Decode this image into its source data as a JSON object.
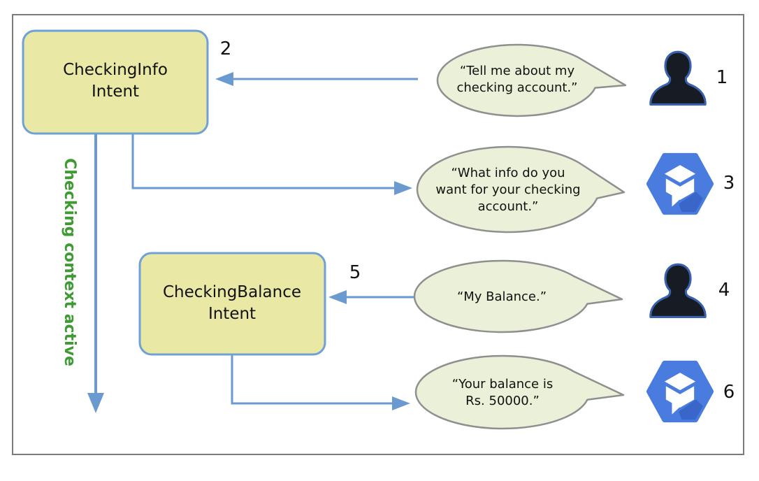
{
  "diagram": {
    "context_label": "Checking context active",
    "intents": [
      {
        "label": "CheckingInfo\nIntent"
      },
      {
        "label": "CheckingBalance\nIntent"
      }
    ],
    "bubbles": [
      {
        "speaker": "user",
        "text": "“Tell me about my\nchecking account.”"
      },
      {
        "speaker": "bot",
        "text": "“What info do you\nwant for your checking\naccount.”"
      },
      {
        "speaker": "user",
        "text": "“My Balance.”"
      },
      {
        "speaker": "bot",
        "text": "“Your balance is\nRs. 50000.”"
      }
    ],
    "step_numbers": [
      "1",
      "2",
      "3",
      "4",
      "5",
      "6"
    ],
    "icons": [
      {
        "name": "user-icon"
      },
      {
        "name": "bot-icon"
      }
    ],
    "colors": {
      "intent_fill": "#e9e9a5",
      "intent_border": "#6fa0d8",
      "bubble_fill": "#eaf1d8",
      "bubble_border": "#8f8f8f",
      "arrow_blue": "#6b9ad1",
      "context_green": "#3e9b33",
      "bot_blue": "#4a7ce0",
      "bot_blue_shadow": "#3a66c9",
      "user_silhouette": "#171b24",
      "user_outline": "#3a61ae",
      "frame_border": "#7b7b7b"
    }
  }
}
